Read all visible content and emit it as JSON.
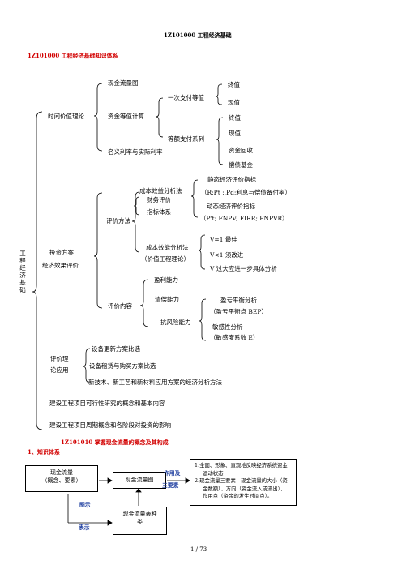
{
  "header": {
    "title": "1Z101000 工程经济基础"
  },
  "section_heading": "1Z101000 工程经济基础知识体系",
  "root": {
    "label_chars": [
      "工",
      "程",
      "经",
      "济",
      "基",
      "础"
    ]
  },
  "tvm": {
    "label": "时间价值理论",
    "cash_flow_chart": "现金流量图",
    "equivalence_calc": "资金等值计算",
    "single_payment": "一次支付等值",
    "single_fv": "终值",
    "single_pv": "现值",
    "uniform_series": "等额支付系列",
    "series_fv": "终值",
    "series_pv": "现值",
    "capital_recovery": "资金回收",
    "sinking_fund": "偿债基金",
    "nominal_real_rate": "名义利率与实际利率"
  },
  "evaluation": {
    "label_line1": "投资方案",
    "label_line2": "经济效果评价",
    "methods": "评价方法",
    "cost_benefit": "成本效益分析法",
    "financial_eval": "财务评价",
    "indicator_system": "指标体系",
    "static_indicators": "静态经济评价指标",
    "static_detail": "（R;Pt ;,Pd;利息与偿债备付率）",
    "dynamic_indicators": "动态经济评价指标",
    "dynamic_detail": "（P't; FNPV; FIRR; FNPVR）",
    "cost_effectiveness": "成本效能分析法",
    "value_engineering": "（价值工程理论）",
    "v_eq_1": "V=1 最佳",
    "v_lt_1": "V<1 须改进",
    "v_gt_1": "V 过大应进一步具体分析",
    "content": "评价内容",
    "profitability": "盈利能力",
    "solvency": "清偿能力",
    "risk_resistance": "抗风险能力",
    "breakeven": "盈亏平衡分析",
    "bep": "（盈亏平衡点 BEP）",
    "sensitivity": "敏感性分析",
    "sensitivity_coef": "（敏感度系数 E）"
  },
  "theory_application": {
    "label_line1": "评价理",
    "label_line2": "论应用",
    "equipment_renewal": "设备更新方案比选",
    "equipment_leasing": "设备租赁与购买方案比选",
    "new_tech": "新技术、新工艺和新材料应用方案的经济分析方法"
  },
  "feasibility": "建设工程项目可行性研究的概念和基本内容",
  "lifecycle": "建设工程项目周期概念和各阶段对投资的影响",
  "subsection_heading": "1Z101010 掌握现金流量的概念及其构成",
  "knowledge_system": "1、知识体系",
  "diagram": {
    "cash_flow_box_line1": "现金流量",
    "cash_flow_box_line2": "（概念、要素）",
    "cash_flow_chart_box": "现金流量图",
    "cash_flow_table_box_line1": "现金流量表种",
    "cash_flow_table_box_line2": "类",
    "label_function": "作用及",
    "label_three_elements": "三要素",
    "label_chart": "图示",
    "label_table": "表示",
    "note_1a": "1.全面、形象、直观地反映经济系统资金",
    "note_1b": "运动状态",
    "note_2a": "2.现金流量三要素：现金流量的大小（资",
    "note_2b": "金数额）、方向（资金流入或流出）、",
    "note_2c": "作用点（资金的发生时间点）。"
  },
  "footer": {
    "page": "1 / 73"
  },
  "colors": {
    "accent_red": "#d20000",
    "text": "#000000",
    "background": "#ffffff"
  }
}
